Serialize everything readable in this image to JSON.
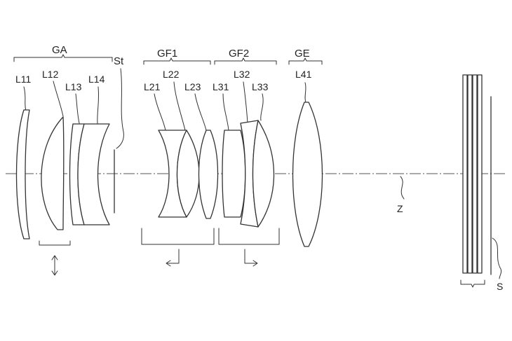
{
  "groups": {
    "ga": "GA",
    "gf1": "GF1",
    "gf2": "GF2",
    "ge": "GE"
  },
  "stop": "St",
  "lenses": {
    "l11": "L11",
    "l12": "L12",
    "l13": "L13",
    "l14": "L14",
    "l21": "L21",
    "l22": "L22",
    "l23": "L23",
    "l31": "L31",
    "l32": "L32",
    "l33": "L33",
    "l41": "L41"
  },
  "optical_axis": "Z",
  "image_plane": "S"
}
